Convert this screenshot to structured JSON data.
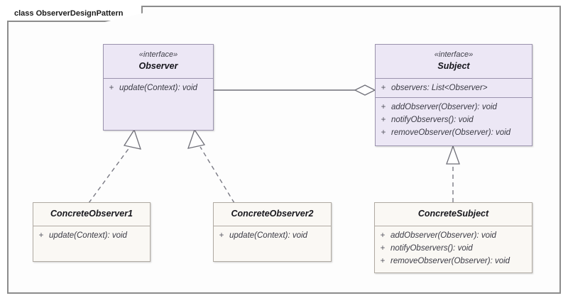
{
  "diagram": {
    "frame_label": "class ObserverDesignPattern",
    "colors": {
      "interface_fill": "#ece7f5",
      "interface_stroke": "#9b93ad",
      "concrete_fill": "#faf8f4",
      "concrete_stroke": "#b0aaa2",
      "frame_stroke": "#8c8c8c",
      "connector_stroke": "#6f6f78"
    }
  },
  "classes": {
    "observer": {
      "stereotype": "«interface»",
      "name": "Observer",
      "operations": [
        {
          "visibility": "+",
          "text": "update(Context): void"
        }
      ]
    },
    "subject": {
      "stereotype": "«interface»",
      "name": "Subject",
      "attributes": [
        {
          "visibility": "+",
          "text": "observers: List<Observer>"
        }
      ],
      "operations": [
        {
          "visibility": "+",
          "text": "addObserver(Observer): void"
        },
        {
          "visibility": "+",
          "text": "notifyObservers(): void"
        },
        {
          "visibility": "+",
          "text": "removeObserver(Observer): void"
        }
      ]
    },
    "concrete_observer_1": {
      "name": "ConcreteObserver1",
      "operations": [
        {
          "visibility": "+",
          "text": "update(Context): void"
        }
      ]
    },
    "concrete_observer_2": {
      "name": "ConcreteObserver2",
      "operations": [
        {
          "visibility": "+",
          "text": "update(Context): void"
        }
      ]
    },
    "concrete_subject": {
      "name": "ConcreteSubject",
      "operations": [
        {
          "visibility": "+",
          "text": "addObserver(Observer): void"
        },
        {
          "visibility": "+",
          "text": "notifyObservers(): void"
        },
        {
          "visibility": "+",
          "text": "removeObserver(Observer): void"
        }
      ]
    }
  },
  "connectors": [
    {
      "name": "observer-subject-aggregation",
      "type": "aggregation",
      "from": "Observer",
      "to": "Subject"
    },
    {
      "name": "concrete-observer-1-realizes-observer",
      "type": "realization",
      "from": "ConcreteObserver1",
      "to": "Observer"
    },
    {
      "name": "concrete-observer-2-realizes-observer",
      "type": "realization",
      "from": "ConcreteObserver2",
      "to": "Observer"
    },
    {
      "name": "concrete-subject-realizes-subject",
      "type": "realization",
      "from": "ConcreteSubject",
      "to": "Subject"
    }
  ]
}
